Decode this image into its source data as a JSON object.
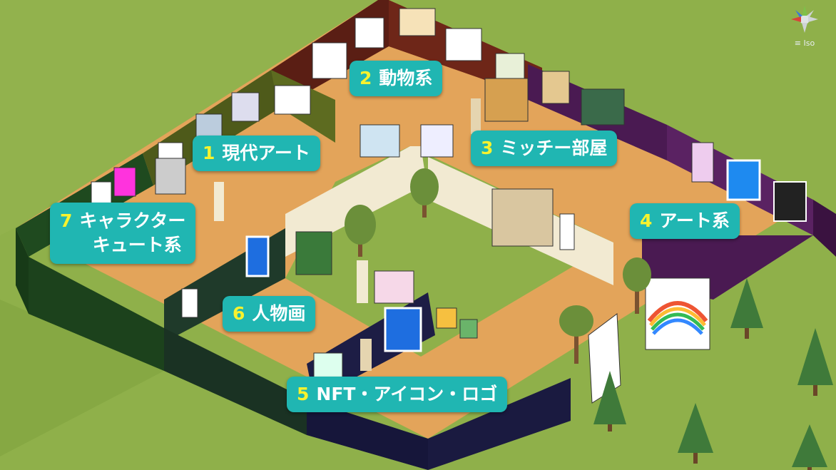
{
  "view": {
    "projection_label": "≡ Iso"
  },
  "rooms": [
    {
      "number": "1",
      "name": "現代アート"
    },
    {
      "number": "2",
      "name": "動物系"
    },
    {
      "number": "3",
      "name": "ミッチー部屋"
    },
    {
      "number": "4",
      "name": "アート系"
    },
    {
      "number": "5",
      "name": "NFT・アイコン・ロゴ"
    },
    {
      "number": "6",
      "name": "人物画"
    },
    {
      "number": "7",
      "name_line1": "キャラクター",
      "name_line2": "キュート系"
    }
  ],
  "colors": {
    "grass": "#8fb04a",
    "floor": "#e3a45a",
    "label_bg": "#20b6b2",
    "label_number": "#f7f22e",
    "wall_room2": "#5a1e14",
    "wall_room1": "#4e5a1a",
    "wall_room3_4": "#4a1a52",
    "wall_room5": "#1d1d45",
    "wall_room6": "#1f3a2a",
    "wall_room7": "#1f4a1f",
    "inner_wall": "#f2ead2"
  }
}
